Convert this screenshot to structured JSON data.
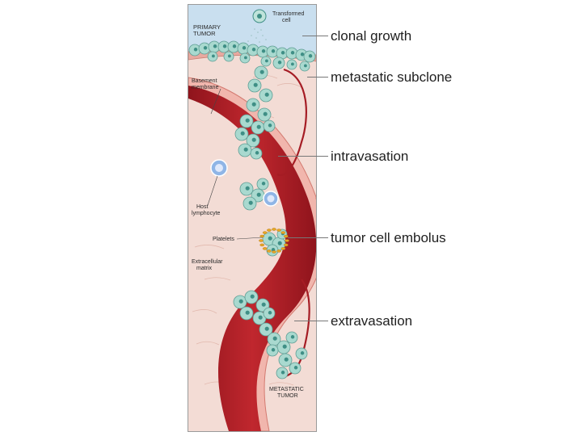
{
  "panel_labels": {
    "transformed_cell": [
      "Transformed",
      "cell"
    ],
    "primary_tumor": [
      "PRIMARY",
      "TUMOR"
    ],
    "basement_membrane": [
      "Basement",
      "membrane"
    ],
    "host_lymphocyte": [
      "Host",
      "lymphocyte"
    ],
    "platelets": "Platelets",
    "extracellular_matrix": [
      "Extracellular",
      "matrix"
    ],
    "metastatic_tumor": [
      "METASTATIC",
      "TUMOR"
    ]
  },
  "callouts": {
    "clonal_growth": "clonal growth",
    "metastatic_subclone": "metastatic subclone",
    "intravasation": "intravasation",
    "tumor_cell_embolus": "tumor cell embolus",
    "extravasation": "extravasation"
  },
  "colors": {
    "tissue": "#f3dcd5",
    "vessel": "#b8232a",
    "vessel_dark": "#8f141c",
    "tumor_cell": "#a9d9cf",
    "nucleus": "#3f8f86",
    "top_background": "#c9dfef",
    "platelet": "#e7a625",
    "lymphocyte": "#8fb5e6"
  }
}
